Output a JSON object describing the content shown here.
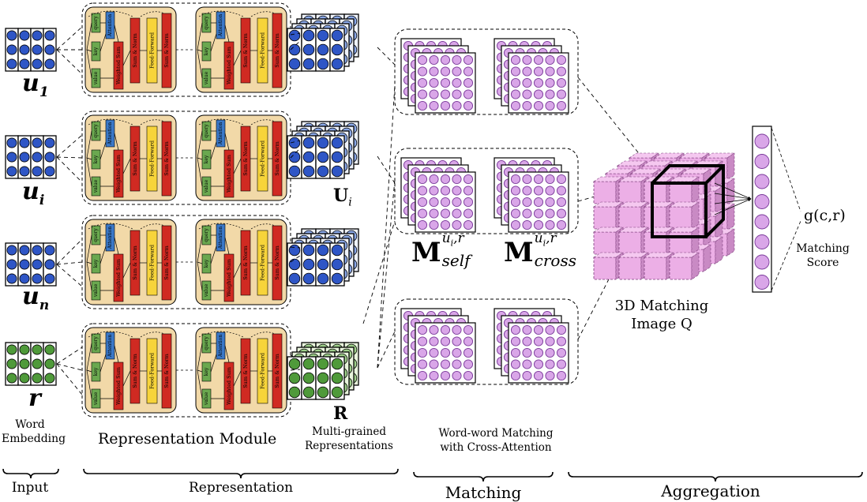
{
  "input": {
    "utterances": [
      {
        "base": "u",
        "sub": "1",
        "color": "#2f56c6"
      },
      {
        "base": "u",
        "sub": "i",
        "color": "#2f56c6"
      },
      {
        "base": "u",
        "sub": "n",
        "color": "#2f56c6"
      },
      {
        "base": "r",
        "sub": "",
        "color": "#4f9a3a"
      }
    ],
    "caption_line1": "Word",
    "caption_line2": "Embedding"
  },
  "attention_block": {
    "query": "query",
    "key": "key",
    "value": "value",
    "attention": "Attention",
    "weighted_sum": "Weighted Sum",
    "sum_norm": "Sum & Norm",
    "feed_forward": "Feed-Forward"
  },
  "representation": {
    "module_label": "Representation Module",
    "Ui_label": "U",
    "Ui_sub": "i",
    "R_label": "R",
    "multi_line1": "Multi-grained",
    "multi_line2": "Representations"
  },
  "matching": {
    "M_self_base": "M",
    "M_self_sup": "u",
    "M_self_sup_sub": "i",
    "M_self_sup_tail": ",r",
    "M_self_sub": "self",
    "M_cross_base": "M",
    "M_cross_sup": "u",
    "M_cross_sup_sub": "i",
    "M_cross_sup_tail": ",r",
    "M_cross_sub": "cross",
    "caption_line1": "Word-word Matching",
    "caption_line2": "with Cross-Attention"
  },
  "aggregation": {
    "cube_line1": "3D Matching",
    "cube_line2": "Image Q",
    "score_fn": "g(c,r)",
    "score_line1": "Matching",
    "score_line2": "Score"
  },
  "stages": [
    {
      "name": "Input"
    },
    {
      "name": "Representation"
    },
    {
      "name": "Matching"
    },
    {
      "name": "Aggregation"
    }
  ],
  "colors": {
    "blue": "#2f56c6",
    "green": "#4f9a3a",
    "module_bg": "#f2d9a8",
    "attention_blue": "#3a78c8",
    "bar_red": "#d02a22",
    "bar_yellow": "#f7d43a",
    "bar_green": "#6aa84f",
    "violet": "#d9a6e8",
    "cube": "#ecafe6"
  }
}
